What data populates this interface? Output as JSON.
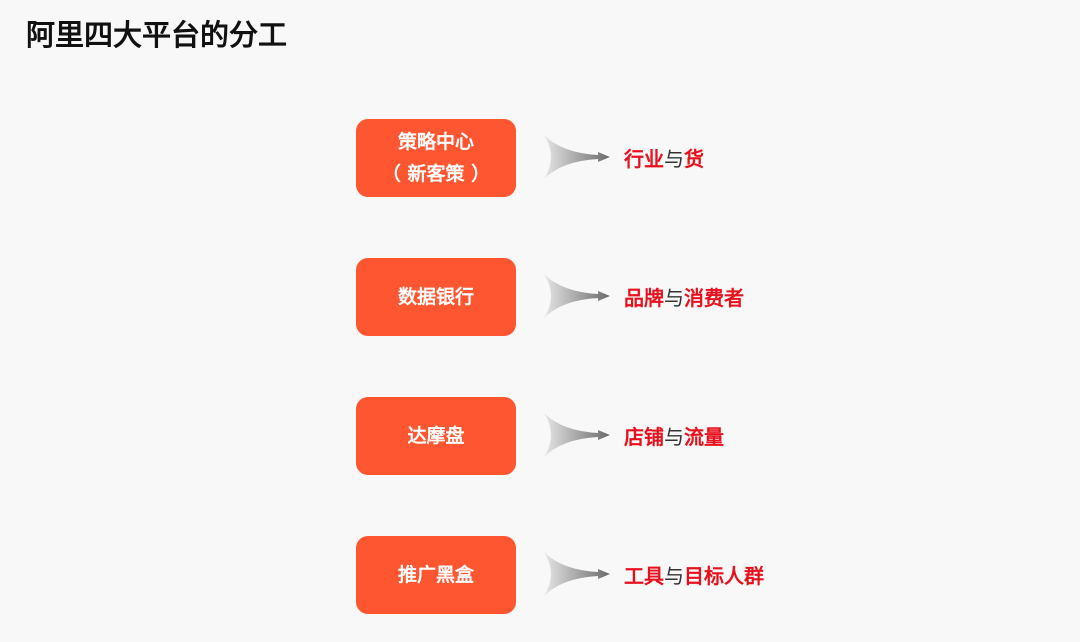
{
  "title": "阿里四大平台的分工",
  "rows": [
    {
      "box": [
        "策略中心",
        "（ 新客策 ）"
      ],
      "left": "行业",
      "mid": "与",
      "right": "货"
    },
    {
      "box": [
        "数据银行"
      ],
      "left": "品牌",
      "mid": "与",
      "right": "消费者"
    },
    {
      "box": [
        "达摩盘"
      ],
      "left": "店铺",
      "mid": "与",
      "right": "流量"
    },
    {
      "box": [
        "推广黑盒"
      ],
      "left": "工具",
      "mid": "与",
      "right": "目标人群"
    }
  ],
  "colors": {
    "box": "#fd5630",
    "label": "#e8101c"
  }
}
